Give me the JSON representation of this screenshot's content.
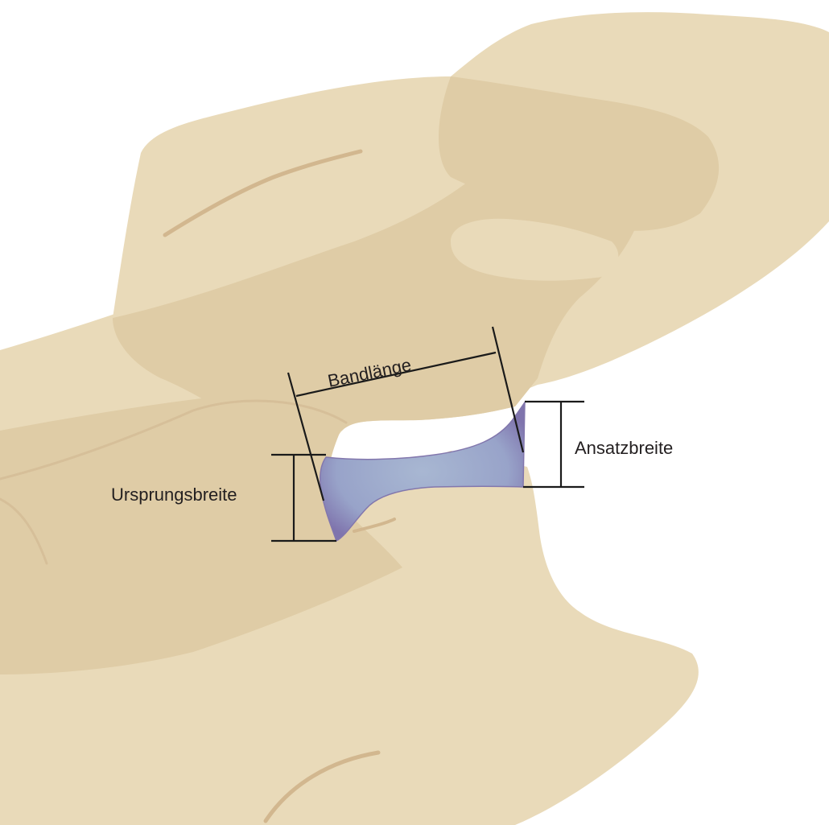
{
  "labels": {
    "ligament_length": "Bandlänge",
    "insertion_width": "Ansatzbreite",
    "origin_width": "Ursprungsbreite"
  },
  "colors": {
    "bone": "#e9dab9",
    "bone_overlap": "#dfcca6",
    "bone_shadow_line": "#d2b78f",
    "ligament": "#9aa6c9",
    "ligament_edge": "#8277ad",
    "measure_lines": "#1a1a1a"
  }
}
